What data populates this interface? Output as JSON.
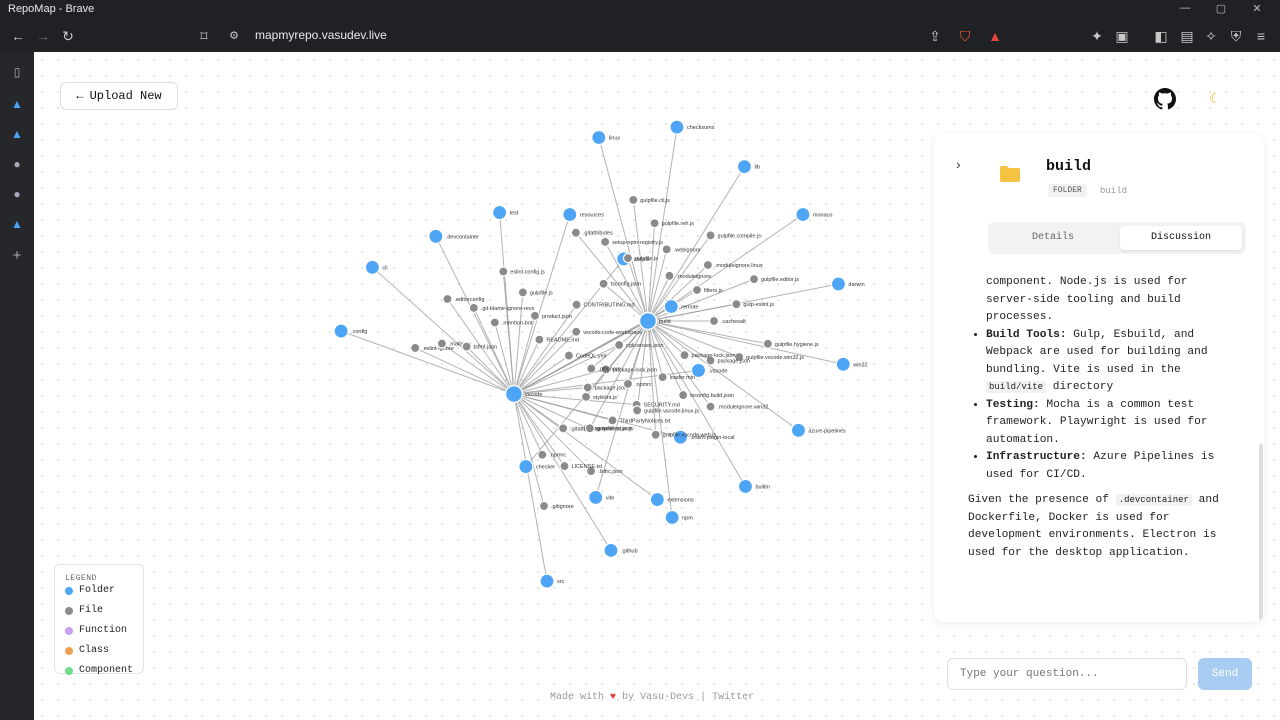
{
  "browser": {
    "window_title": "RepoMap - Brave",
    "url": "mapmyrepo.vasudev.live"
  },
  "app": {
    "upload_label": "Upload New",
    "footer": {
      "made_with": "Made with",
      "by_text": "by Vasu-Devs | Twitter"
    }
  },
  "legend": {
    "title": "LEGEND",
    "items": [
      {
        "label": "Folder",
        "color": "#4ea5f5"
      },
      {
        "label": "File",
        "color": "#8a8a8a"
      },
      {
        "label": "Function",
        "color": "#c6a0f0"
      },
      {
        "label": "Class",
        "color": "#f0a050"
      },
      {
        "label": "Component",
        "color": "#6fdc8c"
      }
    ]
  },
  "panel": {
    "title": "build",
    "badge": "FOLDER",
    "path": "build",
    "tabs": {
      "details": "Details",
      "discussion": "Discussion"
    },
    "discussion": {
      "intro": "component. Node.js is used for server-side tooling and build processes.",
      "bullets": [
        {
          "label": "Build Tools:",
          "pre": " Gulp, Esbuild, and Webpack are used for building and bundling. Vite is used in the ",
          "code": "build/vite",
          "post": " directory"
        },
        {
          "label": "Testing:",
          "pre": " Mocha is a common test framework. Playwright is used for automation.",
          "code": "",
          "post": ""
        },
        {
          "label": "Infrastructure:",
          "pre": " Azure Pipelines is used for CI/CD.",
          "code": "",
          "post": ""
        }
      ],
      "closing_pre": "Given the presence of ",
      "closing_code": ".devcontainer",
      "closing_post": " and Dockerfile, Docker is used for development environments. Electron is used for the desktop application."
    }
  },
  "chat": {
    "placeholder": "Type your question...",
    "send": "Send"
  },
  "graph": {
    "folder_color": "#4ea5f5",
    "file_color": "#8a8a8a",
    "hubs": [
      {
        "label": "vscode"
      },
      {
        "label": "build"
      }
    ],
    "vscode_folders": [
      ".config",
      "cli",
      ".devcontainer",
      "test",
      "resources",
      "scripts",
      "remote",
      ".vscode",
      ".eslint-plugin-local",
      "extensions",
      ".github",
      "src"
    ],
    "vscode_files": [
      ".eslint-ignore",
      ".mailmap",
      "tsfmt.json",
      ".editorconfig",
      ".git-blame-ignore-revs",
      ".mention-bot",
      "eslint.config.js",
      "gulpfile.js",
      "product.json",
      "README.md",
      "CONTRIBUTING.md",
      "vscode.code-workspace",
      "CodeQL.yml",
      "cglicenses.json",
      "package-lock.json",
      "package.json",
      "SECURITY.md",
      "ThirdPartyNotices.txt",
      "cgmanifest.json",
      ".gitattributes",
      ".lsifrc.json",
      "LICENSE.txt",
      ".npmrc",
      ".gitignore"
    ],
    "build_folders": [
      "linux",
      "checksums",
      "lib",
      "monaco",
      "darwin",
      "win32",
      "azure-pipelines",
      "builtin",
      "npm",
      "vite",
      "checker"
    ],
    "build_files": [
      "tsconfig.json",
      ".gitattributes",
      "setup-npm-registry.js",
      "gulpfile.js",
      "gulpfile.cli.js",
      "gulpfile.reh.js",
      ".webignore",
      ".moduleignore",
      "gulpfile.compile.js",
      ".moduleignore.linux",
      "filters.js",
      "gulpfile.editor.js",
      "gulp-eslint.js",
      ".cachesalt",
      "gulpfile.hygiene.js",
      "gulpfile.vscode.win32.js",
      "package.json",
      "package-lock.json",
      ".moduleignore.win32",
      "tsconfig.build.json",
      "loader.min",
      "gulpfile.vscode.web.js",
      "gulpfile.vscode.linux.js",
      ".npmrc",
      "gulpfile.scan.js",
      "stylelint.js",
      ".gitignore"
    ]
  }
}
